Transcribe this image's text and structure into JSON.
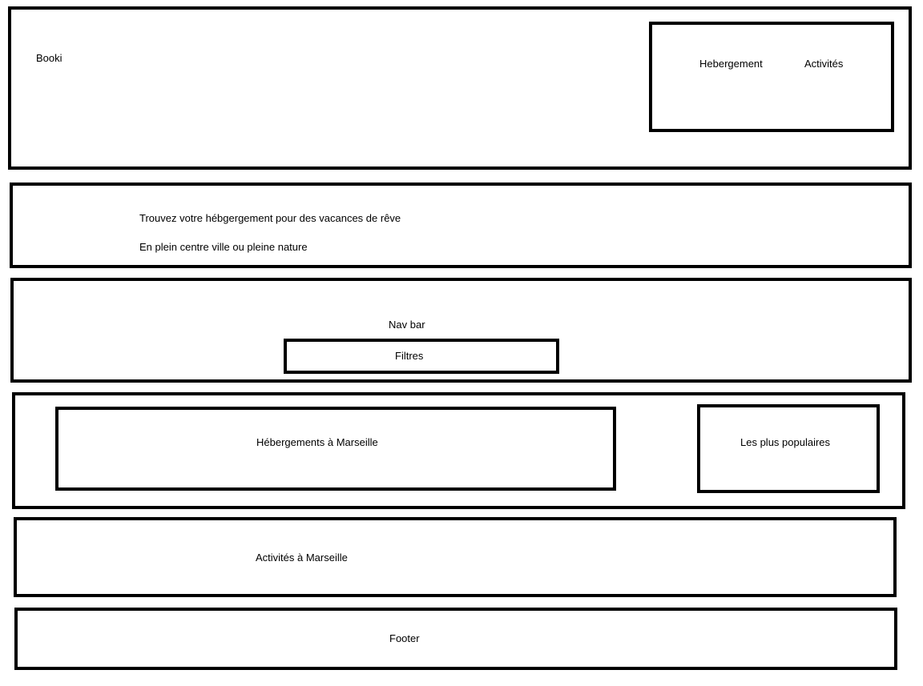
{
  "header": {
    "logo": "Booki",
    "nav": {
      "item_hebergement": "Hebergement",
      "item_activites": "Activités"
    }
  },
  "hero": {
    "title": "Trouvez votre hébgergement pour des vacances de rêve",
    "subtitle": "En plein centre ville ou pleine nature"
  },
  "navbar_section": {
    "label": "Nav bar",
    "filters_label": "Filtres"
  },
  "main": {
    "accommodations_label": "Hébergements à Marseille",
    "popular_label": "Les plus populaires"
  },
  "activities": {
    "label": "Activités à Marseille"
  },
  "footer": {
    "label": "Footer"
  }
}
